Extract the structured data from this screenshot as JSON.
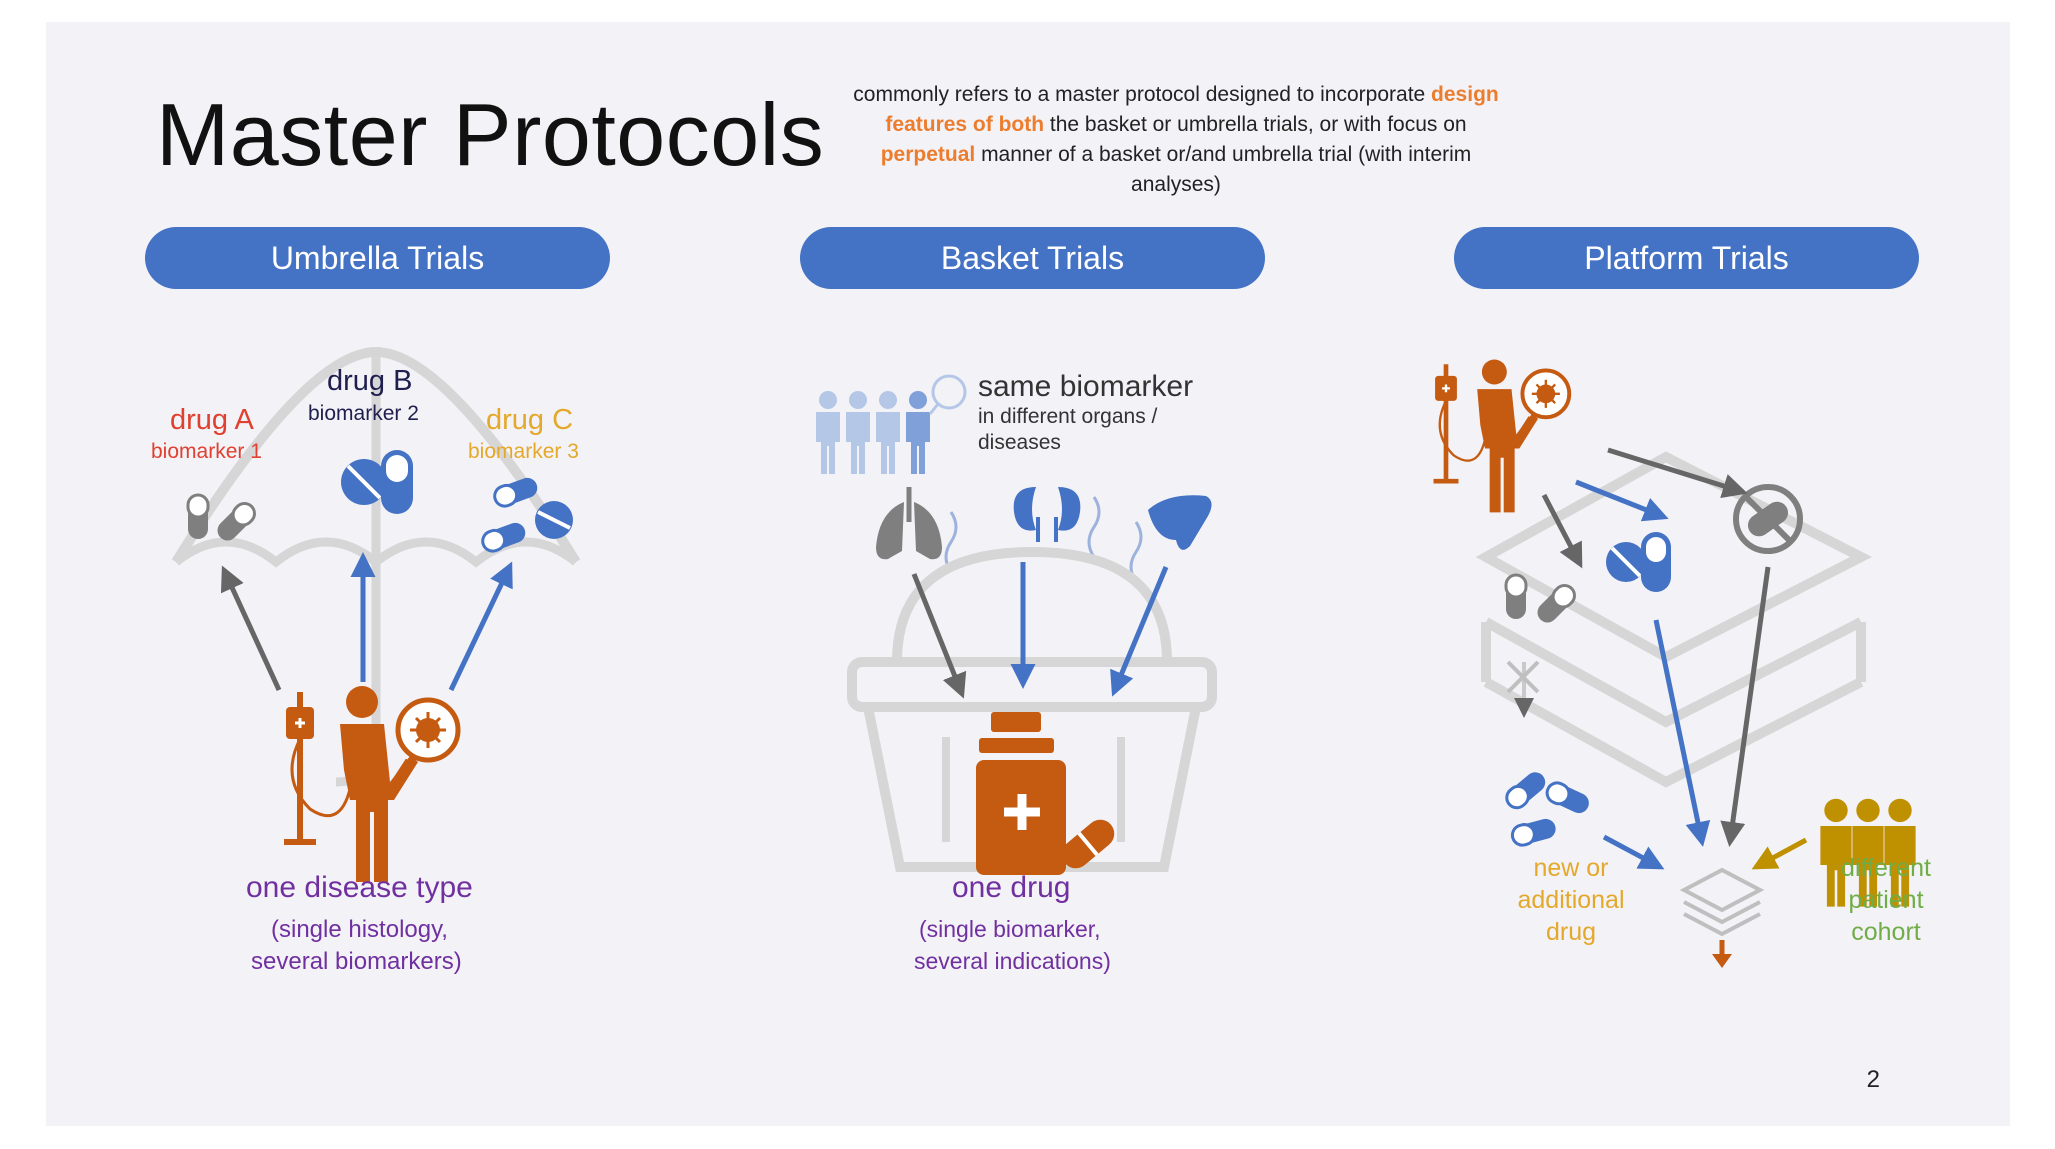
{
  "slide": {
    "title": "Master Protocols",
    "subtitle": {
      "part1": "commonly refers to a master protocol designed to incorporate ",
      "hl1": "design features of both",
      "part2": " the basket or umbrella trials, or with focus on ",
      "hl2": "perpetual",
      "part3": " manner of a basket or/and umbrella trial (with interim analyses)"
    },
    "page_number": "2"
  },
  "colors": {
    "pill": "#4472c4",
    "orange": "#c55a11",
    "blue": "#4472c4",
    "gray": "#7f7f7f",
    "purple": "#7030a0",
    "drug_a": "#e0402f",
    "drug_c": "#e4a82b",
    "green": "#70ad47",
    "gold": "#bf9000"
  },
  "umbrella": {
    "header": "Umbrella Trials",
    "drug_a": "drug A",
    "biomarker_1": "biomarker 1",
    "drug_b": "drug B",
    "biomarker_2": "biomarker 2",
    "drug_c": "drug C",
    "biomarker_3": "biomarker 3",
    "caption": "one disease type",
    "caption_sub_1": "(single histology,",
    "caption_sub_2": "several biomarkers)"
  },
  "basket": {
    "header": "Basket Trials",
    "same_biomarker": "same biomarker",
    "organs_1": "in different organs /",
    "organs_2": "diseases",
    "caption": "one drug",
    "caption_sub_1": "(single biomarker,",
    "caption_sub_2": "several indications)"
  },
  "platform": {
    "header": "Platform Trials",
    "new_drug_1": "new or",
    "new_drug_2": "additional",
    "new_drug_3": "drug",
    "cohort_1": "different",
    "cohort_2": "patient",
    "cohort_3": "cohort"
  },
  "icons": {
    "patient": "patient-with-iv-icon",
    "virus": "virus-magnifier-icon",
    "capsules": "pill-capsule-icon",
    "people": "people-group-icon",
    "lungs": "lungs-icon",
    "kidneys": "kidneys-icon",
    "liver": "liver-icon",
    "medicine_bottle": "medicine-bottle-icon",
    "basket": "basket-icon",
    "no_drug": "no-drug-icon",
    "layers": "layers-icon"
  }
}
